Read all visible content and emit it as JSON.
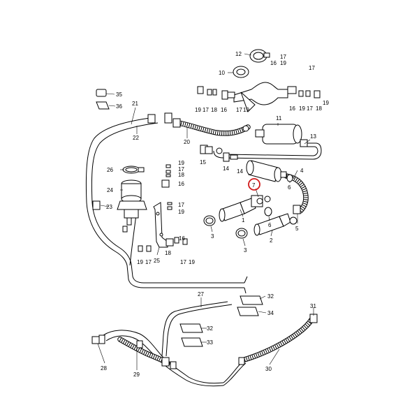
{
  "diagram": {
    "highlight_color": "#d11a1a",
    "highlighted_callout": "7",
    "callouts": {
      "c1": "1",
      "c2": "2",
      "c3a": "3",
      "c3b": "3",
      "c4": "4",
      "c5": "5",
      "c6a": "6",
      "c6b": "6",
      "c7": "7",
      "c10": "10",
      "c11": "11",
      "c12": "12",
      "c13": "13",
      "c14a": "14",
      "c14b": "14",
      "c15": "15",
      "c16a": "16",
      "c16b": "16",
      "c16c": "16",
      "c16d": "16",
      "c16e": "16",
      "c17a": "17",
      "c17b": "17",
      "c17c": "17",
      "c17d": "17",
      "c17e": "17",
      "c17f": "17",
      "c17g": "17",
      "c17h": "17",
      "c17i": "17",
      "c18a": "18",
      "c18b": "18",
      "c18c": "18",
      "c18d": "18",
      "c19a": "19",
      "c19b": "19",
      "c19c": "19",
      "c19d": "19",
      "c19e": "19",
      "c19f": "19",
      "c19g": "19",
      "c19h": "19",
      "c19i": "19",
      "c20": "20",
      "c21": "21",
      "c22": "22",
      "c23": "23",
      "c24": "24",
      "c25": "25",
      "c26": "26",
      "c27": "27",
      "c28": "28",
      "c29": "29",
      "c30": "30",
      "c31": "31",
      "c32a": "32",
      "c32b": "32",
      "c33": "33",
      "c34": "34",
      "c35": "35",
      "c36": "36"
    }
  }
}
